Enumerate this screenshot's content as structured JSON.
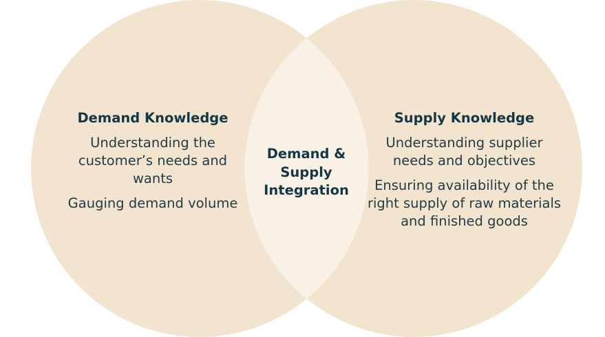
{
  "colors": {
    "circle_fill": "#f2e4cf",
    "overlap_fill": "#faf1e6",
    "heading_text": "#143745",
    "body_text": "#233b46"
  },
  "left": {
    "title": "Demand Knowledge",
    "items": [
      "Understanding the customer’s needs and wants",
      "Gauging demand volume"
    ]
  },
  "right": {
    "title": "Supply Knowledge",
    "items": [
      "Understanding supplier needs and objectives",
      "Ensuring availability of the right supply of raw materials and finished goods"
    ]
  },
  "center": {
    "label": "Demand & Supply Integration"
  }
}
